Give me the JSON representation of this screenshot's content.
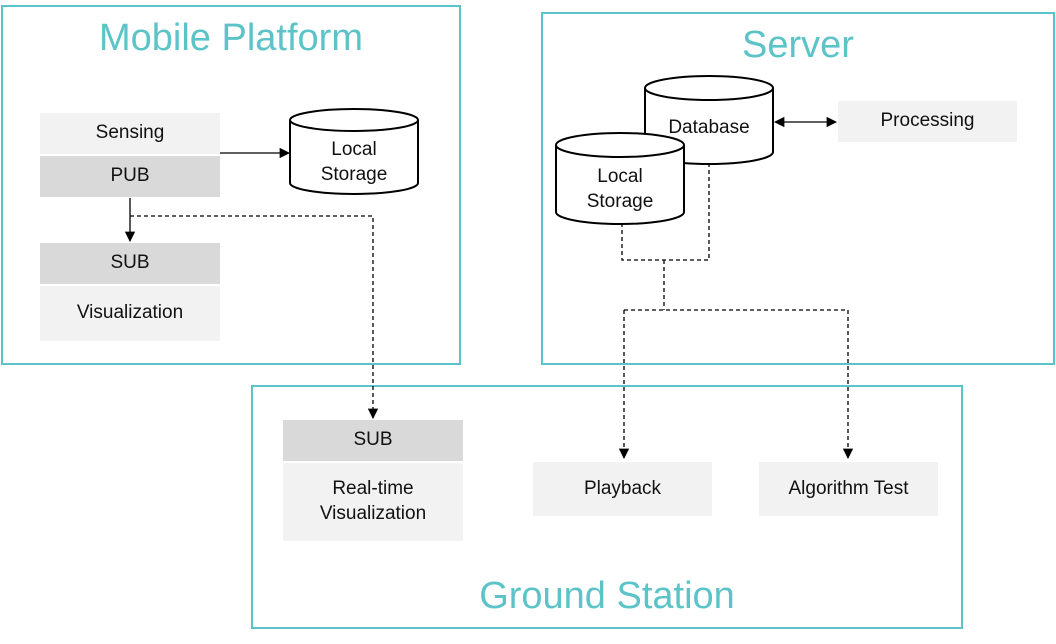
{
  "mobile_platform": {
    "title": "Mobile Platform",
    "sensing": "Sensing",
    "pub": "PUB",
    "sub": "SUB",
    "visualization": "Visualization",
    "local_storage": "Local\nStorage"
  },
  "server": {
    "title": "Server",
    "database": "Database",
    "processing": "Processing",
    "local_storage": "Local\nStorage"
  },
  "ground_station": {
    "title": "Ground Station",
    "sub": "SUB",
    "realtime_visualization": "Real-time\nVisualization",
    "playback": "Playback",
    "algorithm_test": "Algorithm Test"
  },
  "colors": {
    "panel_border": "#5cc4c8",
    "box_light": "#f2f2f2",
    "box_dark": "#d9d9d9"
  }
}
